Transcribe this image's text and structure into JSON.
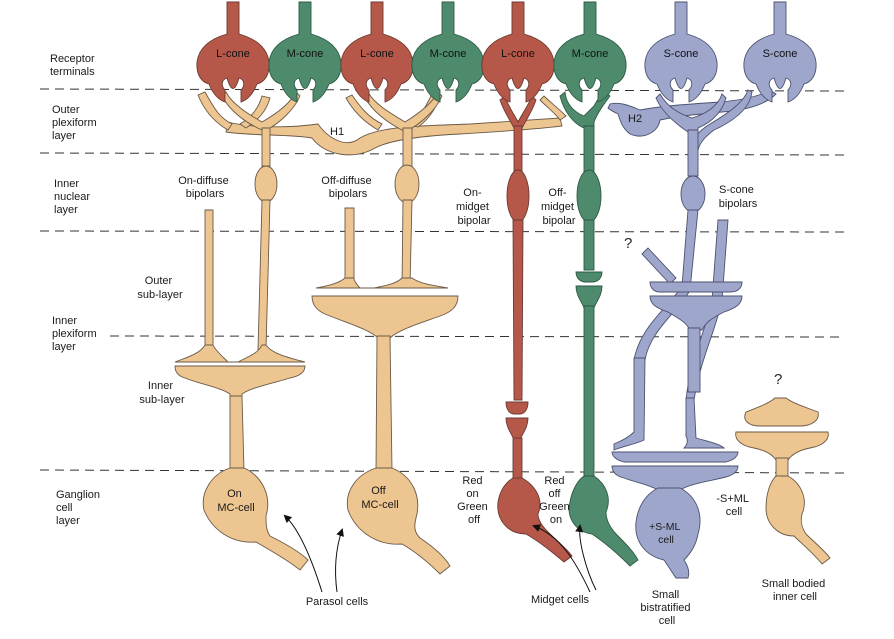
{
  "layers": [
    {
      "id": "receptor",
      "lines": [
        "Receptor",
        "terminals"
      ]
    },
    {
      "id": "outer-plexiform",
      "lines": [
        "Outer",
        "plexiform",
        "layer"
      ]
    },
    {
      "id": "inner-nuclear",
      "lines": [
        "Inner",
        "nuclear",
        "layer"
      ]
    },
    {
      "id": "inner-plexiform",
      "lines": [
        "Inner",
        "plexiform",
        "layer"
      ]
    },
    {
      "id": "ganglion",
      "lines": [
        "Ganglion",
        "cell",
        "layer"
      ]
    }
  ],
  "sublayers": {
    "outer": [
      "Outer",
      "sub-layer"
    ],
    "inner": [
      "Inner",
      "sub-layer"
    ]
  },
  "cones": [
    "L-cone",
    "M-cone",
    "L-cone",
    "M-cone",
    "L-cone",
    "M-cone",
    "S-cone",
    "S-cone"
  ],
  "horizontal_cells": {
    "h1": "H1",
    "h2": "H2"
  },
  "bipolars": {
    "on_diffuse": [
      "On-diffuse",
      "bipolars"
    ],
    "off_diffuse": [
      "Off-diffuse",
      "bipolars"
    ],
    "on_midget": [
      "On-",
      "midget",
      "bipolar"
    ],
    "off_midget": [
      "Off-",
      "midget",
      "bipolar"
    ],
    "s_cone": [
      "S-cone",
      "bipolars"
    ]
  },
  "ganglion_cells": {
    "on_mc": [
      "On",
      "MC-cell"
    ],
    "off_mc": [
      "Off",
      "MC-cell"
    ],
    "red_on": [
      "Red",
      "on",
      "Green",
      "off"
    ],
    "red_off": [
      "Red",
      "off",
      "Green",
      "on"
    ],
    "s_ml": [
      "+S-ML",
      "cell"
    ],
    "minus_s": [
      "-S+ML",
      "cell"
    ]
  },
  "unknown_marker": "?",
  "captions": {
    "parasol": "Parasol cells",
    "midget": "Midget cells",
    "bistratified": [
      "Small",
      "bistratified",
      "cell"
    ],
    "small_bodied": [
      "Small bodied",
      "inner cell"
    ]
  },
  "colors": {
    "l_cone": "#b5584a",
    "m_cone": "#4e8a6c",
    "s_cone": "#9ea6cc",
    "parasol": "#edc590",
    "background": "#ffffff"
  }
}
